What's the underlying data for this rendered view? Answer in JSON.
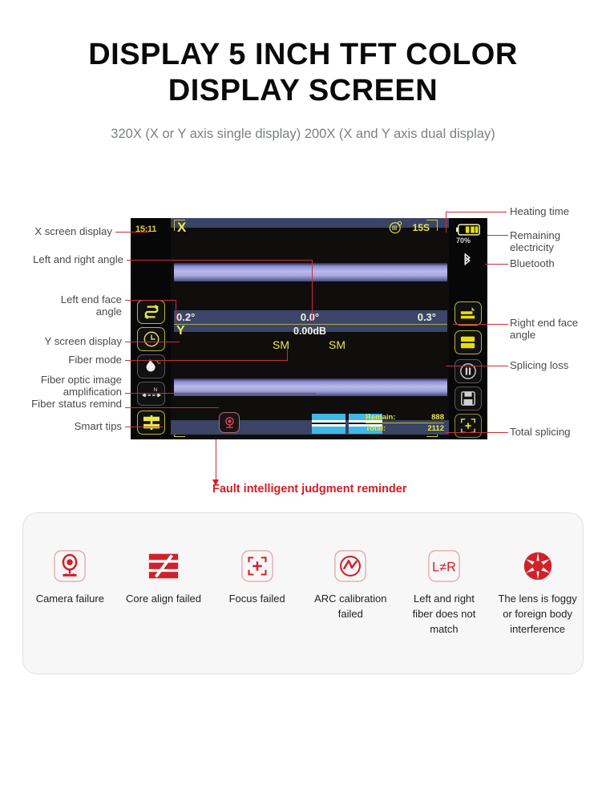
{
  "heading": {
    "title_line1": "DISPLAY 5 INCH TFT COLOR",
    "title_line2": "DISPLAY SCREEN",
    "subtitle": "320X (X or Y axis single display)  200X (X and Y axis dual display)"
  },
  "device": {
    "clock": "15:11",
    "axis_x_label": "X",
    "axis_y_label": "Y",
    "heating_time": "15S",
    "heating_icon": "heating-time-icon",
    "battery_percent": "70%",
    "battery_icon": "battery-icon",
    "bluetooth_icon": "bluetooth-icon",
    "angle_left": "0.2°",
    "angle_center": "0.0°",
    "angle_right": "0.3°",
    "splice_loss": "0.00dB",
    "fiber_mode_left": "SM",
    "fiber_mode_right": "SM",
    "counters": {
      "remain_label": "Remain:",
      "remain_value": "888",
      "total_label": "Total:",
      "total_value": "2112"
    },
    "left_rail": [
      {
        "name": "fiber-mode-swap-icon"
      },
      {
        "name": "timer-icon"
      },
      {
        "name": "flame-temperature-icon"
      },
      {
        "name": "image-amplification-icon"
      },
      {
        "name": "smart-tips-icon"
      }
    ],
    "right_rail": [
      {
        "name": "right-end-face-angle-icon"
      },
      {
        "name": "splice-bars-icon"
      },
      {
        "name": "pause-icon"
      },
      {
        "name": "save-record-icon"
      },
      {
        "name": "focus-frame-icon"
      }
    ],
    "bottom_alert_icon": "camera-fault-icon"
  },
  "callouts": {
    "left": [
      "X screen display",
      "Left and right angle",
      "Left end face angle",
      "Y screen display",
      "Fiber mode",
      "Fiber optic image amplification",
      "Fiber status remind",
      "Smart tips"
    ],
    "right": [
      "Heating time",
      "Remaining electricity",
      "Bluetooth",
      "Right end face angle",
      "Splicing loss",
      "Total splicing"
    ]
  },
  "fault_reminder": {
    "note": "Fault intelligent judgment reminder",
    "accent_color": "#cf2027",
    "items": [
      {
        "icon": "camera-failure-icon",
        "label": "Camera failure"
      },
      {
        "icon": "core-align-failed-icon",
        "label": "Core align failed"
      },
      {
        "icon": "focus-failed-icon",
        "label": "Focus failed"
      },
      {
        "icon": "arc-calibration-failed-icon",
        "label": "ARC calibration failed"
      },
      {
        "icon": "fiber-mismatch-icon",
        "label": "Left and right fiber does not match"
      },
      {
        "icon": "foggy-lens-icon",
        "label": "The lens is foggy or foreign body interference"
      }
    ]
  }
}
